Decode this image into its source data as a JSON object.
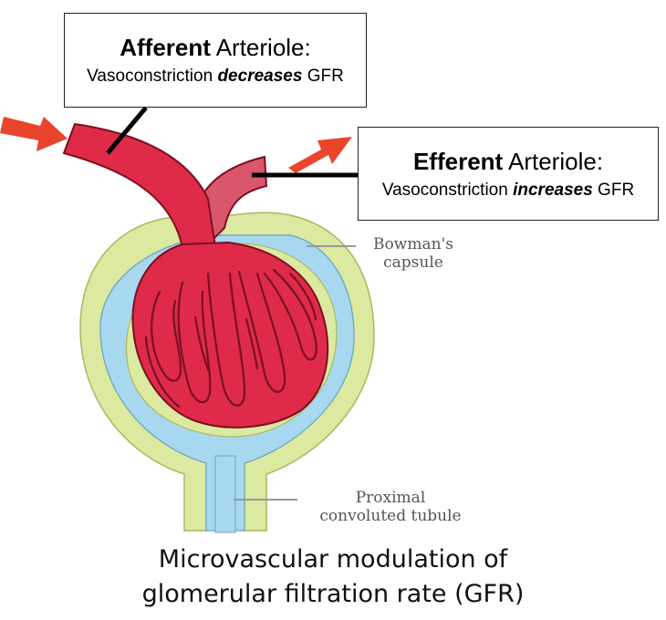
{
  "afferent": {
    "title_bold": "Afferent",
    "title_rest": "Arteriole:",
    "desc_pre": "Vasoconstriction ",
    "desc_emph": "decreases",
    "desc_post": " GFR"
  },
  "efferent": {
    "title_bold": "Efferent",
    "title_rest": "Arteriole:",
    "desc_pre": "Vasoconstriction ",
    "desc_emph": "increases",
    "desc_post": " GFR"
  },
  "labels": {
    "bowman_line1": "Bowman's",
    "bowman_line2": "capsule",
    "pct_line1": "Proximal",
    "pct_line2": "convoluted tubule"
  },
  "caption": {
    "line1": "Microvascular modulation of",
    "line2": "glomerular filtration rate (GFR)"
  },
  "colors": {
    "blood": "#e02a4a",
    "blood_dark": "#7a1020",
    "efferent_vessel": "#d9566c",
    "capsule_space": "#a8d8f0",
    "capsule_wall": "#dce9a0",
    "arrow": "#e8452c"
  }
}
